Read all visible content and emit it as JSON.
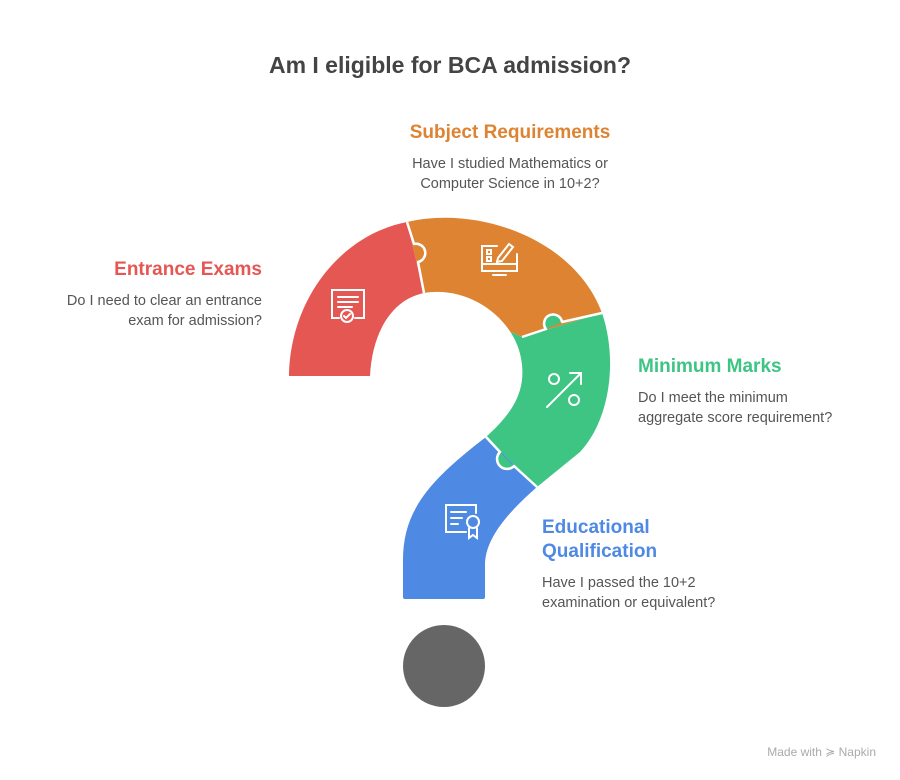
{
  "title": "Am I eligible for BCA admission?",
  "colors": {
    "red": "#E55753",
    "orange": "#DD8331",
    "green": "#3EC584",
    "blue": "#4E89E3",
    "dot": "#666666"
  },
  "items": [
    {
      "heading": "Subject Requirements",
      "desc_lines": [
        "Have I studied Mathematics or",
        "Computer Science in 10+2?"
      ],
      "icon": "computer-checklist-icon"
    },
    {
      "heading": "Entrance Exams",
      "desc_lines": [
        "Do I need to clear an entrance",
        "exam for admission?"
      ],
      "icon": "certificate-check-icon"
    },
    {
      "heading": "Minimum Marks",
      "desc_lines": [
        "Do I meet the minimum",
        "aggregate score requirement?"
      ],
      "icon": "percent-up-icon"
    },
    {
      "heading_lines": [
        "Educational",
        "Qualification"
      ],
      "desc_lines": [
        "Have I passed the 10+2",
        "examination or equivalent?"
      ],
      "icon": "diploma-icon"
    }
  ],
  "watermark": "Made with ≽ Napkin"
}
